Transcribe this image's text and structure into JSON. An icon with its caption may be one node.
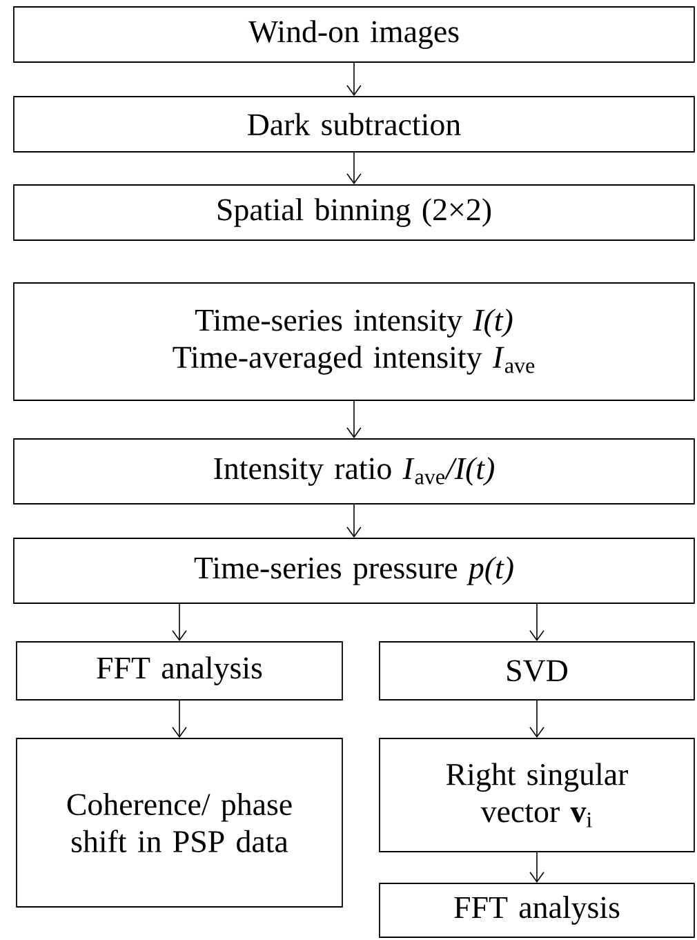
{
  "diagram": {
    "nodes": [
      {
        "text": [
          "Wind-on images"
        ]
      },
      {
        "text": [
          "Dark subtraction"
        ]
      },
      {
        "text": [
          "Spatial binning (2×2)"
        ]
      },
      {
        "text": [
          "Time-series intensity *I(t)*",
          "Time-averaged intensity *I*$_{ave}$"
        ]
      },
      {
        "text": [
          "Intensity ratio *I*$_{ave}$*/I(t)*"
        ]
      },
      {
        "text": [
          "Time-series pressure *p(t)*"
        ]
      },
      {
        "text": [
          "FFT analysis"
        ]
      },
      {
        "text": [
          "SVD"
        ]
      },
      {
        "text": [
          "Coherence/ phase shift in PSP data"
        ]
      },
      {
        "text": [
          "Right singular vector **v**$_{i}$"
        ]
      },
      {
        "text": [
          "FFT analysis"
        ]
      }
    ],
    "edges": [
      {
        "from": 0,
        "to": 1,
        "arrow": "to"
      },
      {
        "from": 1,
        "to": 2,
        "arrow": "to"
      },
      {
        "from": 3,
        "to": 4,
        "arrow": "to"
      },
      {
        "from": 4,
        "to": 5,
        "arrow": "to"
      },
      {
        "from": 5,
        "to": 6,
        "arrow": "to"
      },
      {
        "from": 5,
        "to": 7,
        "arrow": "to"
      },
      {
        "from": 6,
        "to": 8,
        "arrow": "to"
      },
      {
        "from": 7,
        "to": 9,
        "arrow": "to"
      },
      {
        "from": 9,
        "to": 10,
        "arrow": "to"
      }
    ]
  }
}
